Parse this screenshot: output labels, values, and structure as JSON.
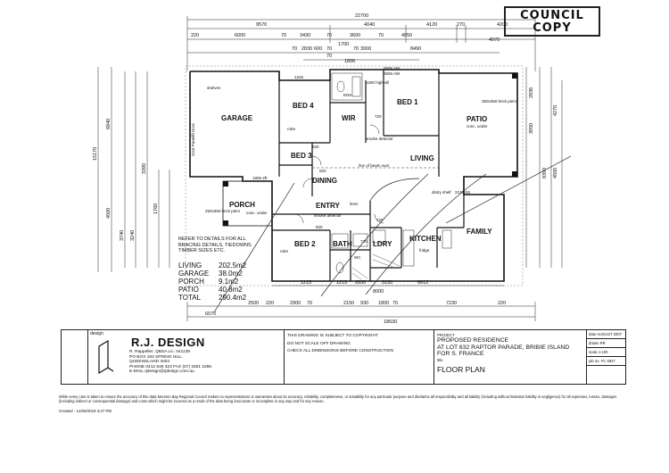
{
  "stamp": {
    "line1": "COUNCIL",
    "line2": "COPY"
  },
  "dimensions_top": {
    "overall": "22700",
    "row1": [
      "9570",
      "4040",
      "4120",
      "270",
      "4200"
    ],
    "row2": [
      "220",
      "6000",
      "70",
      "3430",
      "70",
      "3600",
      "70",
      "4050",
      "4970"
    ],
    "row3": [
      "70",
      "2830",
      "600",
      "70",
      "1700",
      "70",
      "3000",
      "8490"
    ],
    "row4": [
      "70",
      "1806"
    ]
  },
  "dimensions_bottom": {
    "row1": [
      "1215",
      "1215",
      "2830",
      "3130",
      "6612",
      "8000"
    ],
    "row2": [
      "2500",
      "220",
      "2900",
      "70",
      "2150",
      "930",
      "1800",
      "70",
      "7230",
      "220"
    ],
    "overall": "18630",
    "left": "6070"
  },
  "dimensions_left": [
    "15170",
    "6840",
    "4500",
    "3740",
    "3240",
    "3390",
    "1760"
  ],
  "dimensions_right": [
    "2836",
    "3950",
    "4270",
    "8390",
    "4500"
  ],
  "rooms": {
    "garage": "GARAGE",
    "bed4": "BED 4",
    "bed3": "BED 3",
    "bed1": "BED 1",
    "bed2": "BED 2",
    "wir": "WIR",
    "patio": "PATIO",
    "living": "LIVING",
    "dining": "DINING",
    "entry": "ENTRY",
    "porch": "PORCH",
    "family": "FAMILY",
    "kitchen": "KITCHEN",
    "bath": "BATH",
    "ldry": "LDRY",
    "wc": "WC",
    "ens": "ENS"
  },
  "labels": {
    "shelves": "shelves",
    "robe": "robe",
    "smoke": "smoke detector",
    "patio_conc": "conc. under",
    "brick_piers": "350x350 brick piers",
    "porch_piers": "250x350 brick piers",
    "porch_conc": "conc. under",
    "line_of_beam": "line of beam over",
    "door": "2116 Panelift Door",
    "high_sill": "1260 high sill",
    "window_a": "0606 AW",
    "window_b": "0606 AW",
    "linen": "linen",
    "d820a": "820",
    "d820b": "820",
    "d820c": "820",
    "d720": "720",
    "d720b": "720",
    "d720c": "720",
    "dim_1245": "1245",
    "dim_1806": "1806 2ft",
    "dim_2136": "2136 SS",
    "distry": "distry shelf",
    "fridge": "fridge"
  },
  "note": "REFER TO DETAILS FOR ALL BRACING DETAILS, TIEDOWNS TIMBER SIZES ETC.",
  "areas": [
    {
      "name": "LIVING",
      "value": "202.5m2"
    },
    {
      "name": "GARAGE",
      "value": "38.0m2"
    },
    {
      "name": "PORCH",
      "value": "9.1m2"
    },
    {
      "name": "PATIO",
      "value": "40.8m2"
    },
    {
      "name": "TOTAL",
      "value": "290.4m2"
    }
  ],
  "title_block": {
    "design_label": "design",
    "brand": "R.J. DESIGN",
    "address": [
      "R. Rappeller, QBSA Lic. 041139",
      "PO BOX 193 SPRING HILL",
      "QUEENSLAND 4004",
      "PHONE 0412 849 323   FAX (07) 3261 2286",
      "E-MAIL rjdesign@rjdesign.com.au"
    ],
    "copyright": [
      "THIS DRAWING IS SUBJECT TO COPYRIGHT",
      "DO NOT SCALE OFF DRAWING",
      "CHECK ALL DIMENSIONS BEFORE CONSTRUCTION"
    ],
    "project_label": "PROJECT",
    "project": [
      "PROPOSED RESIDENCE",
      "AT LOT 632 RAPTOR PARADE, BRIBIE ISLAND",
      "FOR S. FRANCE"
    ],
    "title_label": "title",
    "title": "FLOOR PLAN",
    "right": [
      {
        "k": "date",
        "v": "AUGUST 2007"
      },
      {
        "k": "drawn",
        "v": "RR"
      },
      {
        "k": "scale",
        "v": "1:100"
      },
      {
        "k": "job no.",
        "v": "FC 0927"
      }
    ]
  },
  "disclaimer": "While every care is taken to ensure the accuracy of this data Moreton Bay Regional Council makes no representations or warranties about its accuracy, reliability, completeness, or suitability for any particular purpose and disclaims all responsibility and all liability (including without limitation liability in negligence) for all expenses, losses, damages (including indirect or consequential damage) and costs which might be incurred as a result of the data being inaccurate or incomplete in any way and for any reason.",
  "created": "Created - 14/06/2019 3:27 PM"
}
